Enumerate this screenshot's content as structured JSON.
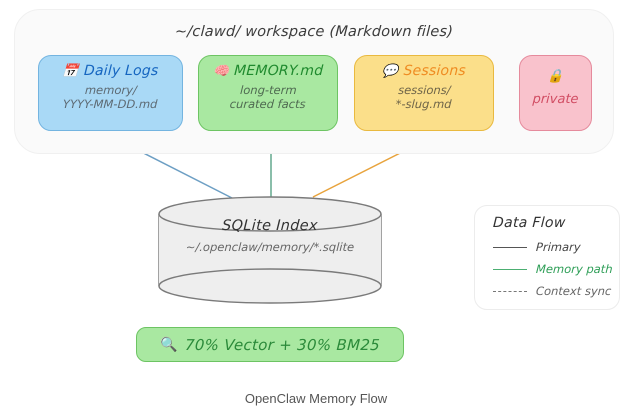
{
  "workspace": {
    "title": "~/clawd/ workspace (Markdown files)",
    "cards": [
      {
        "id": "daily",
        "icon": "calendar-icon",
        "icon_glyph": "📅",
        "title": "Daily Logs",
        "subtitle": "memory/\nYYYY-MM-DD.md",
        "fill": "#a9d9f6",
        "stroke": "#73b4e0",
        "title_color": "#1565c0"
      },
      {
        "id": "memory",
        "icon": "brain-icon",
        "icon_glyph": "🧠",
        "title": "MEMORY.md",
        "subtitle": "long-term\ncurated facts",
        "fill": "#a9e8a1",
        "stroke": "#6dc463",
        "title_color": "#1f8a2e"
      },
      {
        "id": "sessions",
        "icon": "speech-balloon-icon",
        "icon_glyph": "💬",
        "title": "Sessions",
        "subtitle": "sessions/\n*-slug.md",
        "fill": "#fbdf8a",
        "stroke": "#e9b93f",
        "title_color": "#ef8c22"
      },
      {
        "id": "private",
        "icon": "lock-icon",
        "icon_glyph": "🔒",
        "title": "private",
        "subtitle": "",
        "fill": "#f9c2cc",
        "stroke": "#e58a9c",
        "title_color": "#d14d63"
      }
    ]
  },
  "database": {
    "title": "SQLite Index",
    "path": "~/.openclaw/memory/*.sqlite",
    "fill": "#eeeeee",
    "stroke": "#7a7a7a"
  },
  "search": {
    "icon": "magnifying-glass-icon",
    "icon_glyph": "🔍",
    "label": "70% Vector + 30% BM25",
    "fill": "#a9e8a1",
    "stroke": "#6dc463",
    "text_color": "#2b8a3a"
  },
  "legend": {
    "title": "Data Flow",
    "items": [
      {
        "label": "Primary",
        "color": "#555555",
        "style": "solid",
        "text_color": "#444444"
      },
      {
        "label": "Memory path",
        "color": "#4caf72",
        "style": "solid",
        "text_color": "#2e9e57"
      },
      {
        "label": "Context sync",
        "color": "#777777",
        "style": "dashed",
        "text_color": "#666666"
      }
    ]
  },
  "connectors": [
    {
      "name": "daily-to-db",
      "color": "#6d9fc4"
    },
    {
      "name": "memory-to-db",
      "color": "#63a98d"
    },
    {
      "name": "sessions-to-db",
      "color": "#e8a33c"
    }
  ],
  "caption": "OpenClaw Memory Flow"
}
